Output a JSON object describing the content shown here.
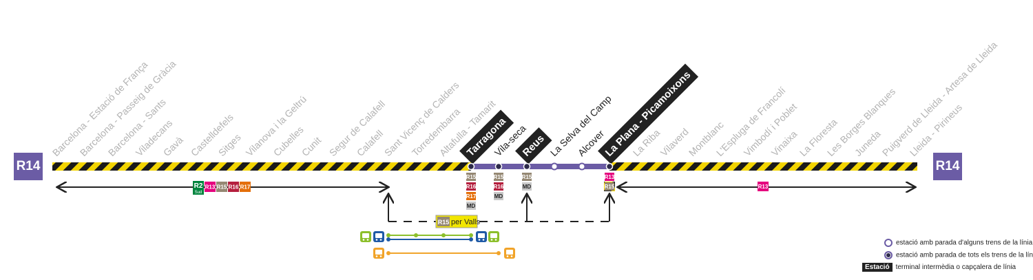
{
  "line": {
    "code": "R14",
    "color": "#6b5ca5"
  },
  "stations": [
    {
      "name": "Barcelona - Estació de França",
      "type": "no-stop"
    },
    {
      "name": "Barcelona - Passeig de Gràcia",
      "type": "no-stop"
    },
    {
      "name": "Barcelona - Sants",
      "type": "no-stop"
    },
    {
      "name": "Viladecans",
      "type": "no-stop"
    },
    {
      "name": "Gavà",
      "type": "no-stop"
    },
    {
      "name": "Castelldefels",
      "type": "no-stop"
    },
    {
      "name": "Sitges",
      "type": "no-stop"
    },
    {
      "name": "Vilanova i la Geltrú",
      "type": "no-stop"
    },
    {
      "name": "Cubelles",
      "type": "no-stop"
    },
    {
      "name": "Cunit",
      "type": "no-stop"
    },
    {
      "name": "Segur de Calafell",
      "type": "no-stop"
    },
    {
      "name": "Calafell",
      "type": "no-stop"
    },
    {
      "name": "Sant Vicenç de Calders",
      "type": "no-stop"
    },
    {
      "name": "Torredembarra",
      "type": "no-stop"
    },
    {
      "name": "Altafulla - Tamarit",
      "type": "no-stop"
    },
    {
      "name": "Tarragona",
      "type": "terminal"
    },
    {
      "name": "Vila-seca",
      "type": "all"
    },
    {
      "name": "Reus",
      "type": "terminal"
    },
    {
      "name": "La Selva del Camp",
      "type": "some"
    },
    {
      "name": "Alcover",
      "type": "some"
    },
    {
      "name": "La Plana - Picamoixons",
      "type": "terminal"
    },
    {
      "name": "La Riba",
      "type": "no-stop"
    },
    {
      "name": "Vilaverd",
      "type": "no-stop"
    },
    {
      "name": "Montblanc",
      "type": "no-stop"
    },
    {
      "name": "L'Espluga de Francolí",
      "type": "no-stop"
    },
    {
      "name": "Vimbodí i Poblet",
      "type": "no-stop"
    },
    {
      "name": "Vinaixa",
      "type": "no-stop"
    },
    {
      "name": "La Floresta",
      "type": "no-stop"
    },
    {
      "name": "Les Borges Blanques",
      "type": "no-stop"
    },
    {
      "name": "Juneda",
      "type": "no-stop"
    },
    {
      "name": "Puigverd de Lleida - Artesa de Lleida",
      "type": "no-stop"
    },
    {
      "name": "Lleida - Pirineus",
      "type": "no-stop"
    }
  ],
  "connections": {
    "left_group": [
      {
        "code": "R2",
        "sub": "Sud",
        "color": "#00843d"
      },
      {
        "code": "R13",
        "color": "#e5007e"
      },
      {
        "code": "R15",
        "color": "#958873"
      },
      {
        "code": "R16",
        "color": "#b51f3e"
      },
      {
        "code": "R17",
        "color": "#e46f0a"
      }
    ],
    "tarragona": [
      {
        "code": "R15",
        "color": "#958873"
      },
      {
        "code": "R16",
        "color": "#b51f3e"
      },
      {
        "code": "R17",
        "color": "#e46f0a"
      },
      {
        "code": "MD",
        "color": "#c8c8c8"
      }
    ],
    "vilaseca": [
      {
        "code": "R15",
        "color": "#958873"
      },
      {
        "code": "R16",
        "color": "#b51f3e"
      },
      {
        "code": "MD",
        "color": "#c8c8c8"
      }
    ],
    "reus": [
      {
        "code": "R15",
        "color": "#958873"
      },
      {
        "code": "MD",
        "color": "#c8c8c8"
      }
    ],
    "laplana": [
      {
        "code": "R13",
        "color": "#e5007e"
      },
      {
        "code": "R15",
        "color": "#958873"
      }
    ],
    "right_group": [
      {
        "code": "R13",
        "color": "#e5007e"
      }
    ],
    "valls_route": {
      "code": "R15",
      "label": "per Valls",
      "color": "#958873",
      "bg": "#f2e600"
    }
  },
  "bus_links": {
    "green": "#8cbf2b",
    "blue": "#1f5aa6",
    "orange": "#f1a42a"
  },
  "legend": {
    "some_stops": "estació amb parada d'alguns trens de la línia",
    "all_stops": "estació amb parada de tots els trens de la línia",
    "terminal_sample": "Estació",
    "terminal_desc": "terminal intermèdia o capçalera de línia"
  }
}
